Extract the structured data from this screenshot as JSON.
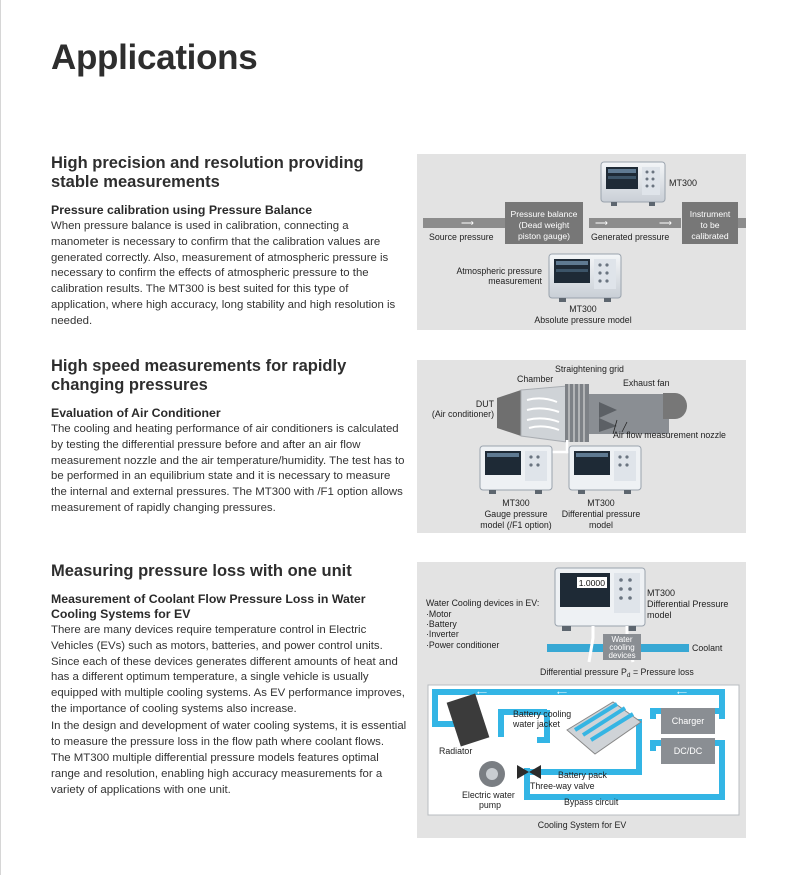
{
  "title": "Applications",
  "section1": {
    "heading": "High precision and resolution providing stable measurements",
    "subheading": "Pressure calibration using Pressure Balance",
    "body": "When pressure balance is used in calibration, connecting a manometer is necessary to confirm that the calibration values are generated correctly. Also, measurement of atmospheric pressure is necessary to confirm the effects of atmospheric pressure to the calibration results. The MT300 is best suited for this type of application, where high accuracy, long stability and high resolution is needed.",
    "fig": {
      "mt300_top": "MT300",
      "balance_l1": "Pressure balance",
      "balance_l2": "(Dead weight",
      "balance_l3": "piston gauge)",
      "instr_l1": "Instrument",
      "instr_l2": "to be",
      "instr_l3": "calibrated",
      "source": "Source pressure",
      "generated": "Generated pressure",
      "atm_l1": "Atmospheric pressure",
      "atm_l2": "measurement",
      "mt300_bottom": "MT300",
      "abs_model": "Absolute pressure model"
    }
  },
  "section2": {
    "heading": "High speed measurements for rapidly changing pressures",
    "subheading": "Evaluation of Air Conditioner",
    "body": "The cooling and heating performance of air conditioners is calculated by testing the differential pressure before and after an air flow measurement nozzle and the air temperature/humidity. The test has to be performed in an equilibrium state and it is necessary to measure the internal and external pressures. The MT300 with /F1 option allows measurement of rapidly changing pressures.",
    "fig": {
      "grid": "Straightening grid",
      "chamber": "Chamber",
      "fan": "Exhaust fan",
      "dut_l1": "DUT",
      "dut_l2": "(Air conditioner)",
      "nozzle": "Air flow measurement nozzle",
      "m1_l1": "MT300",
      "m1_l2": "Gauge pressure",
      "m1_l3": "model (/F1 option)",
      "m2_l1": "MT300",
      "m2_l2": "Differential pressure",
      "m2_l3": "model"
    }
  },
  "section3": {
    "heading": "Measuring pressure loss with one unit",
    "subheading": "Measurement of Coolant Flow Pressure Loss in Water Cooling Systems for EV",
    "body1": "There are many devices require temperature control in Electric Vehicles (EVs) such as motors, batteries, and power control units. Since each of these devices generates different amounts of heat and has a different optimum temperature, a single vehicle is usually equipped with multiple cooling systems. As EV performance improves, the importance of cooling systems also increase.",
    "body2": "In the design and development of water cooling systems, it is essential to measure the pressure loss in the flow path where coolant flows.",
    "body3": "The MT300 multiple differential pressure models features optimal range and resolution, enabling high accuracy measurements for a variety of applications with one unit.",
    "fig": {
      "devices_title": "Water Cooling devices in EV:",
      "device1": "·Motor",
      "device2": "·Battery",
      "device3": "·Inverter",
      "device4": "·Power conditioner",
      "display_value": "1.0000",
      "mt_l1": "MT300",
      "mt_l2": "Differential Pressure",
      "mt_l3": "model",
      "wcd_l1": "Water",
      "wcd_l2": "cooling",
      "wcd_l3": "devices",
      "coolant": "Coolant",
      "dp_prefix": "Differential pressure P",
      "dp_sub": "d",
      "dp_suffix": " = Pressure loss",
      "battery_jacket_l1": "Battery cooling",
      "battery_jacket_l2": "water jacket",
      "charger": "Charger",
      "dcdc": "DC/DC",
      "radiator": "Radiator",
      "battery_pack": "Battery pack",
      "three_way": "Three-way valve",
      "pump_l1": "Electric water",
      "pump_l2": "pump",
      "bypass": "Bypass circuit",
      "caption": "Cooling System for EV"
    }
  }
}
